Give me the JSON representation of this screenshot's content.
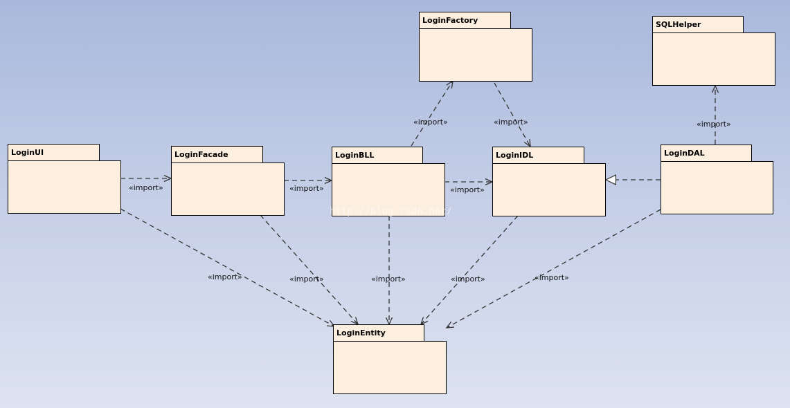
{
  "packages": [
    {
      "id": "LoginUI",
      "name": "LoginUI"
    },
    {
      "id": "LoginFacade",
      "name": "LoginFacade"
    },
    {
      "id": "LoginBLL",
      "name": "LoginBLL"
    },
    {
      "id": "LoginIDL",
      "name": "LoginIDL"
    },
    {
      "id": "LoginDAL",
      "name": "LoginDAL"
    },
    {
      "id": "LoginFactory",
      "name": "LoginFactory"
    },
    {
      "id": "SQLHelper",
      "name": "SQLHelper"
    },
    {
      "id": "LoginEntity",
      "name": "LoginEntity"
    }
  ],
  "relations": [
    {
      "from": "LoginUI",
      "to": "LoginFacade",
      "type": "import",
      "label": "«import»"
    },
    {
      "from": "LoginFacade",
      "to": "LoginBLL",
      "type": "import",
      "label": "«import»"
    },
    {
      "from": "LoginBLL",
      "to": "LoginIDL",
      "type": "import",
      "label": "«import»"
    },
    {
      "from": "LoginBLL",
      "to": "LoginFactory",
      "type": "import",
      "label": "«import»"
    },
    {
      "from": "LoginFactory",
      "to": "LoginIDL",
      "type": "import",
      "label": "«import»"
    },
    {
      "from": "LoginDAL",
      "to": "SQLHelper",
      "type": "import",
      "label": "«import»"
    },
    {
      "from": "LoginDAL",
      "to": "LoginIDL",
      "type": "realization",
      "label": ""
    },
    {
      "from": "LoginUI",
      "to": "LoginEntity",
      "type": "import",
      "label": "«import»"
    },
    {
      "from": "LoginFacade",
      "to": "LoginEntity",
      "type": "import",
      "label": "«import»"
    },
    {
      "from": "LoginBLL",
      "to": "LoginEntity",
      "type": "import",
      "label": "«import»"
    },
    {
      "from": "LoginIDL",
      "to": "LoginEntity",
      "type": "import",
      "label": "«import»"
    },
    {
      "from": "LoginDAL",
      "to": "LoginEntity",
      "type": "import",
      "label": "«import»"
    }
  ],
  "watermark": "http://blog.csdn.net/"
}
